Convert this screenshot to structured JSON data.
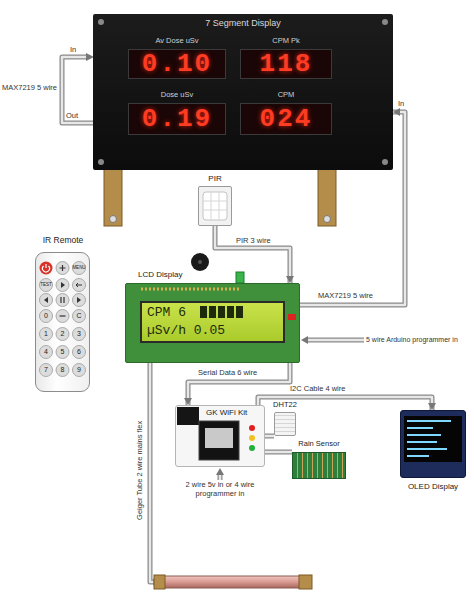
{
  "diagram": {
    "nodes": [
      {
        "text": [
          "7 Segment Display"
        ]
      },
      {
        "text": [
          "Av Dose uSv",
          "0.10"
        ],
        "in": 0
      },
      {
        "text": [
          "CPM Pk",
          "118"
        ],
        "in": 0
      },
      {
        "text": [
          "Dose uSv",
          "0.19"
        ],
        "in": 0
      },
      {
        "text": [
          "CPM",
          "024"
        ],
        "in": 0
      },
      {
        "text": [
          "PIR"
        ]
      },
      {
        "text": [
          "IR Remote"
        ]
      },
      {
        "text": [
          "LCD Display"
        ]
      },
      {
        "text": [
          "CPM 6",
          "µSv/h 0.05"
        ],
        "in": 7
      },
      {
        "text": [
          "GK WiFi Kit"
        ]
      },
      {
        "text": [
          "DHT22"
        ]
      },
      {
        "text": [
          "Rain Sensor"
        ]
      },
      {
        "text": [
          "OLED Display"
        ]
      }
    ],
    "edges": [
      {
        "from": 7,
        "to": 0,
        "label": "MAX7219 5 wire",
        "arrow": "to"
      },
      {
        "from": 5,
        "to": 7,
        "label": "PIR 3 wire",
        "arrow": "to"
      },
      {
        "from": 7,
        "to": 9,
        "label": "Serial Data 6 wire",
        "arrow": "to"
      },
      {
        "from": 9,
        "to": 12,
        "label": "I2C Cable 4 wire",
        "arrow": "to"
      },
      {
        "from": 10,
        "to": 9,
        "arrow": "none"
      },
      {
        "from": 11,
        "to": 9,
        "arrow": "none"
      }
    ],
    "labels": [
      "MAX7219 5 wire",
      "In",
      "Out",
      "In",
      "5 wire Arduino programmer in",
      "2 wire 5v in or 4 wire programmer in",
      "Geiger Tube 2 wire mains flex",
      "TEST",
      "MENU",
      "0",
      "C",
      "1",
      "2",
      "3",
      "4",
      "5",
      "6",
      "7",
      "8",
      "9"
    ]
  }
}
